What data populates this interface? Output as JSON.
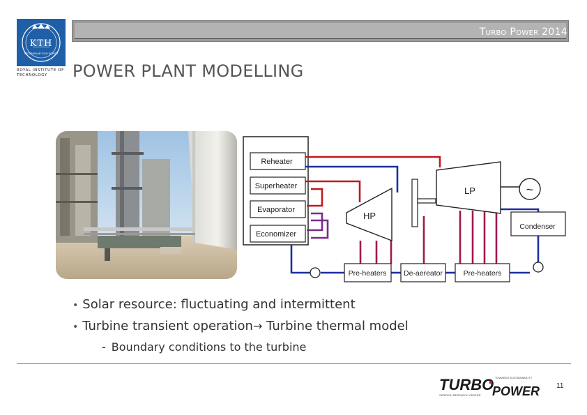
{
  "logo": {
    "abbr": "KTH",
    "caption": "ROYAL INSTITUTE OF TECHNOLOGY",
    "institution": "VETENSKAP OCH KONST"
  },
  "header": {
    "brand_part1": "Turbo",
    "brand_part2": "Power",
    "brand_year": "2014"
  },
  "title": "POWER PLANT MODELLING",
  "diagram": {
    "labels": {
      "reheater": "Reheater",
      "superheater": "Superheater",
      "evaporator": "Evaporator",
      "economizer": "Economizer",
      "hp": "HP",
      "lp": "LP",
      "generator": "~",
      "condenser": "Condenser",
      "preheaters_left": "Pre-heaters",
      "deaerator": "De-aereator",
      "preheaters_right": "Pre-heaters"
    },
    "colors": {
      "steam": "#c0191f",
      "water": "#1c2ea0",
      "mixed": "#7b2a8a",
      "preheat": "#a0184f"
    }
  },
  "bullets": [
    {
      "text": "Solar resource: fluctuating and intermittent"
    },
    {
      "text_a": "Turbine transient operation",
      "text_b": " Turbine thermal model"
    }
  ],
  "sub_bullet": {
    "dash": "-",
    "text": "Boundary conditions to the turbine"
  },
  "footer": {
    "logo_turbo": "TURBO",
    "logo_power": "POWER",
    "logo_tag1": "TOWARDS SUSTAINABILITY",
    "logo_tag2": "SWEDISH RESEARCH CENTER",
    "page_number": "11"
  }
}
